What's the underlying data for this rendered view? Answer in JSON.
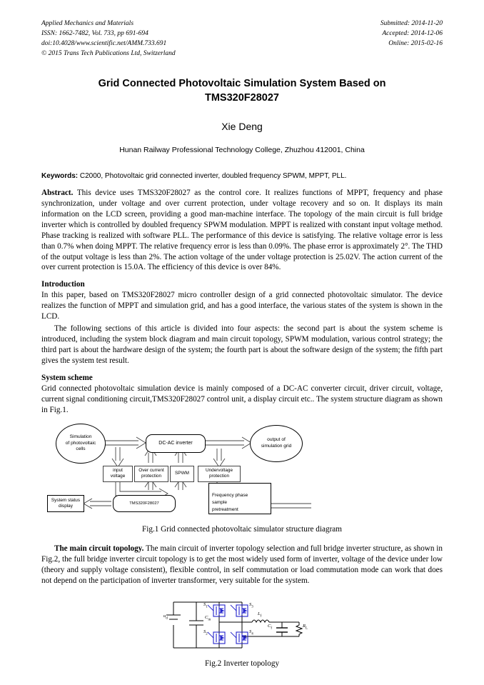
{
  "journal": {
    "left": [
      "Applied Mechanics and Materials",
      "ISSN: 1662-7482, Vol. 733, pp 691-694",
      "doi:10.4028/www.scientific.net/AMM.733.691",
      "© 2015 Trans Tech Publications Ltd, Switzerland"
    ],
    "right": [
      "Submitted: 2014-11-20",
      "Accepted: 2014-12-06",
      "Online: 2015-02-16"
    ]
  },
  "article": {
    "title_line1": "Grid Connected Photovoltaic Simulation System Based on",
    "title_line2": "TMS320F28027",
    "author": "Xie Deng",
    "affiliation": "Hunan Railway Professional Technology College, Zhuzhou 412001, China"
  },
  "keywords": {
    "label": "Keywords:",
    "text": " C2000, Photovoltaic grid connected inverter, doubled frequency SPWM, MPPT, PLL."
  },
  "abstract": {
    "label": "Abstract.",
    "text": " This device uses TMS320F28027 as the control core. It realizes functions of MPPT, frequency and phase synchronization, under voltage and over current protection, under voltage recovery and so on. It displays its main information on the LCD screen, providing a good man-machine interface. The topology of the main circuit is full bridge inverter which is controlled by doubled frequency SPWM modulation. MPPT is realized with constant input voltage method. Phase tracking is realized with software PLL. The performance of this device is satisfying. The relative voltage error is less than 0.7% when doing MPPT. The relative frequency error is less than 0.09%. The phase error is approximately 2°. The THD of the output voltage is less than 2%. The action voltage of the under voltage protection is 25.02V. The action current of the over current protection is 15.0A. The efficiency of this device is over 84%."
  },
  "introduction": {
    "heading": "Introduction",
    "para1": "In this paper, based on TMS320F28027 micro controller design of a grid connected photovoltaic simulator. The device realizes the function of MPPT and simulation grid, and has a good interface, the various states of the system is shown in the LCD.",
    "para2": "The following sections of this article is divided into four aspects: the second part is about the system scheme is introduced, including the system block diagram and main circuit topology, SPWM modulation, various control strategy; the third part is about the hardware design of the system; the fourth part is about the software design of the system; the fifth part gives the system test result."
  },
  "system_scheme": {
    "heading": "System scheme",
    "para1": "Grid connected photovoltaic simulation device is mainly composed of a DC-AC converter circuit, driver circuit, voltage, current signal conditioning circuit,TMS320F28027 control unit, a display circuit etc.. The system structure diagram as shown in Fig.1."
  },
  "figure1": {
    "caption": "Fig.1 Grid connected photovoltaic simulator structure diagram",
    "nodes": {
      "pv_source": "Simulation\nof photovoltaic\ncells",
      "inverter": "DC-AC inverter",
      "grid_output": "output of\nsimulation grid",
      "input_voltage": "input\nvoltage",
      "over_current": "Over current\nprotection",
      "spwm": "SPWM",
      "under_voltage": "Undervoltage\nprotection",
      "mcu": "TMS320F28027",
      "status_display": "System status\ndisplay",
      "freq_phase": "Frequency phase\nsample\npretreatment"
    }
  },
  "main_topology": {
    "runin": "The main circuit topology.",
    "text": " The main circuit of inverter topology selection and full bridge inverter structure, as shown in Fig.2, the full bridge inverter circuit topology is to get the most widely used form of inverter, voltage of the device under low (theory and supply voltage consistent), flexible control, in self commutation or load commutation mode can work that does not depend on the participation of inverter transformer, very suitable for the system."
  },
  "figure2": {
    "caption": "Fig.2  Inverter topology",
    "labels": {
      "source": "u",
      "source_sub": "d",
      "cap_in": "C",
      "cap_in_sub": "in",
      "s1": "S",
      "s1_sub": "1",
      "s2": "S",
      "s2_sub": "2",
      "s3": "S",
      "s3_sub": "3",
      "s4": "S",
      "s4_sub": "4",
      "inductor": "L",
      "inductor_sub": "f",
      "cap_f": "C",
      "cap_f_sub": "f",
      "load": "R",
      "load_sub": "L"
    },
    "colors": {
      "switch": "#2222cc",
      "wire": "#000000"
    }
  }
}
